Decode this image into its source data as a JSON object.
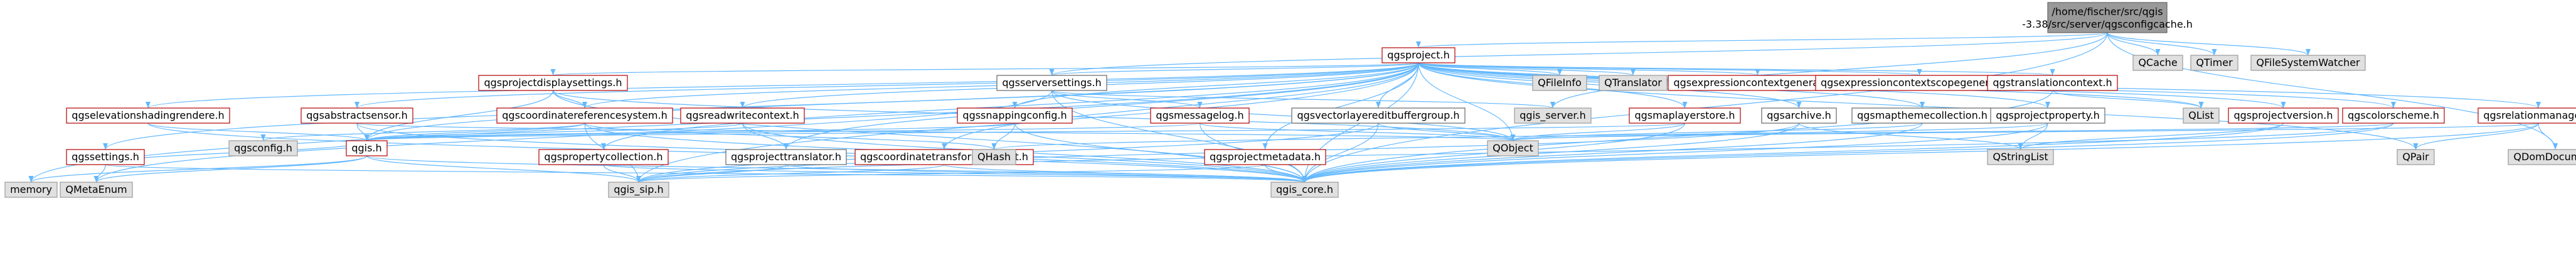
{
  "title": "/home/fischer/src/qgis-3.38/src/server/qgsconfigcache.h",
  "colors": {
    "root_fill": "#999999",
    "red_border": "#b30000",
    "gray_border": "#999999",
    "gray_fill": "#e0e0e0",
    "node_fill": "#ffffff",
    "edge": "#63b8ff",
    "text": "#000000"
  },
  "nodes": {
    "root": {
      "label_lines": [
        "/home/fischer/src/qgis",
        "-3.38/src/server/qgsconfigcache.h"
      ],
      "kind": "root"
    },
    "qgsproject": {
      "label": "qgsproject.h",
      "kind": "red"
    },
    "qcache": {
      "label": "QCache",
      "kind": "gray"
    },
    "qtimer": {
      "label": "QTimer",
      "kind": "gray"
    },
    "qfsw": {
      "label": "QFileSystemWatcher",
      "kind": "gray"
    },
    "qfileinfo": {
      "label": "QFileInfo",
      "kind": "gray"
    },
    "qtranslator": {
      "label": "QTranslator",
      "kind": "gray"
    },
    "qgsexpctxgen": {
      "label": "qgsexpressioncontextgenerator.h",
      "kind": "red"
    },
    "qgsexpctxscope": {
      "label": "qgsexpressioncontextscopegenerator.h",
      "kind": "red"
    },
    "qgstranslationctx": {
      "label": "qgstranslationcontext.h",
      "kind": "red"
    },
    "qgsprojdisp": {
      "label": "qgsprojectdisplaysettings.h",
      "kind": "red"
    },
    "qgsserversettings": {
      "label": "qgsserversettings.h",
      "kind": "normal"
    },
    "qgsserverh": {
      "label": "qgis_server.h",
      "kind": "gray"
    },
    "qlist": {
      "label": "QList",
      "kind": "gray"
    },
    "qgselevshading": {
      "label": "qgselevationshadingrendere.h",
      "kind": "red"
    },
    "qgsabstractsensor": {
      "label": "qgsabstractsensor.h",
      "kind": "red"
    },
    "qgscoordref": {
      "label": "qgscoordinatereferencesystem.h",
      "kind": "red"
    },
    "qgsreadwritectx": {
      "label": "qgsreadwritecontext.h",
      "kind": "red"
    },
    "qgssnapping": {
      "label": "qgssnappingconfig.h",
      "kind": "red"
    },
    "qgsmessagelog": {
      "label": "qgsmessagelog.h",
      "kind": "red"
    },
    "qgsvectorlayered": {
      "label": "qgsvectorlayereditbuffergroup.h",
      "kind": "normal"
    },
    "qgsmaplayerstore": {
      "label": "qgsmaplayerstore.h",
      "kind": "red"
    },
    "qgsarchive": {
      "label": "qgsarchive.h",
      "kind": "normal"
    },
    "qgsmapthemecoll": {
      "label": "qgsmapthemecollection.h",
      "kind": "normal"
    },
    "qgsprojectproperty": {
      "label": "qgsprojectproperty.h",
      "kind": "normal"
    },
    "qgsprojectversion": {
      "label": "qgsprojectversion.h",
      "kind": "red"
    },
    "qgscolorscheme": {
      "label": "qgscolorscheme.h",
      "kind": "red"
    },
    "qgsrelationmanager": {
      "label": "qgsrelationmanager.h",
      "kind": "red"
    },
    "qgssettings": {
      "label": "qgssettings.h",
      "kind": "red"
    },
    "qgsconfig": {
      "label": "qgsconfig.h",
      "kind": "gray"
    },
    "qgis": {
      "label": "qgis.h",
      "kind": "red"
    },
    "qgspropertycoll": {
      "label": "qgspropertycollection.h",
      "kind": "red"
    },
    "qgsprojecttrans": {
      "label": "qgsprojecttranslator.h",
      "kind": "normal"
    },
    "qgscoordtransctx": {
      "label": "qgscoordinatetransformcontext.h",
      "kind": "red"
    },
    "qhash": {
      "label": "QHash",
      "kind": "gray"
    },
    "qgsprojectmeta": {
      "label": "qgsprojectmetadata.h",
      "kind": "red"
    },
    "qobject": {
      "label": "QObject",
      "kind": "gray"
    },
    "qstringlist": {
      "label": "QStringList",
      "kind": "gray"
    },
    "qpair": {
      "label": "QPair",
      "kind": "gray"
    },
    "qdomdocument": {
      "label": "QDomDocument",
      "kind": "gray"
    },
    "memory": {
      "label": "memory",
      "kind": "gray"
    },
    "qmetaenum": {
      "label": "QMetaEnum",
      "kind": "gray"
    },
    "qgissip": {
      "label": "qgis_sip.h",
      "kind": "gray"
    },
    "qgscore": {
      "label": "qgis_core.h",
      "kind": "gray"
    }
  },
  "edges": [
    [
      "root",
      "qgsproject"
    ],
    [
      "root",
      "qcache"
    ],
    [
      "root",
      "qtimer"
    ],
    [
      "root",
      "qfsw"
    ],
    [
      "root",
      "qgsserverh"
    ],
    [
      "root",
      "qgsserversettings"
    ],
    [
      "root",
      "qdomdocument"
    ],
    [
      "root",
      "qgscore"
    ],
    [
      "qgsproject",
      "qfileinfo"
    ],
    [
      "qgsproject",
      "qtranslator"
    ],
    [
      "qgsproject",
      "qgsexpctxgen"
    ],
    [
      "qgsproject",
      "qgsexpctxscope"
    ],
    [
      "qgsproject",
      "qgstranslationctx"
    ],
    [
      "qgsproject",
      "qgsprojdisp"
    ],
    [
      "qgsproject",
      "qgsserversettings"
    ],
    [
      "qgsproject",
      "qlist"
    ],
    [
      "qgsproject",
      "qgselevshading"
    ],
    [
      "qgsproject",
      "qgsabstractsensor"
    ],
    [
      "qgsproject",
      "qgscoordref"
    ],
    [
      "qgsproject",
      "qgsreadwritectx"
    ],
    [
      "qgsproject",
      "qgssnapping"
    ],
    [
      "qgsproject",
      "qgsvectorlayered"
    ],
    [
      "qgsproject",
      "qgsmaplayerstore"
    ],
    [
      "qgsproject",
      "qgsarchive"
    ],
    [
      "qgsproject",
      "qgsmapthemecoll"
    ],
    [
      "qgsproject",
      "qgsprojectproperty"
    ],
    [
      "qgsproject",
      "qgsprojectversion"
    ],
    [
      "qgsproject",
      "qgscolorscheme"
    ],
    [
      "qgsproject",
      "qgsrelationmanager"
    ],
    [
      "qgsproject",
      "qgssettings"
    ],
    [
      "qgsproject",
      "qgis"
    ],
    [
      "qgsproject",
      "qgspropertycoll"
    ],
    [
      "qgsproject",
      "qgsprojecttrans"
    ],
    [
      "qgsproject",
      "qgscoordtransctx"
    ],
    [
      "qgsproject",
      "qgsprojectmeta"
    ],
    [
      "qgsproject",
      "qobject"
    ],
    [
      "qgsproject",
      "qpair"
    ],
    [
      "qgsproject",
      "memory"
    ],
    [
      "qgsproject",
      "qgissip"
    ],
    [
      "qgsproject",
      "qgscore"
    ],
    [
      "qgsprojdisp",
      "qgis"
    ],
    [
      "qgsprojdisp",
      "qgscoordref"
    ],
    [
      "qgsprojdisp",
      "qobject"
    ],
    [
      "qgsprojdisp",
      "qgscore"
    ],
    [
      "qgsserversettings",
      "qgsmessagelog"
    ],
    [
      "qgsserversettings",
      "qgsserverh"
    ],
    [
      "qgsserversettings",
      "qobject"
    ],
    [
      "qgsserversettings",
      "qmetaenum"
    ],
    [
      "qgsserversettings",
      "qgscore"
    ],
    [
      "qgselevshading",
      "qgis"
    ],
    [
      "qgselevshading",
      "qgscore"
    ],
    [
      "qgsabstractsensor",
      "qgis"
    ],
    [
      "qgsabstractsensor",
      "qobject"
    ],
    [
      "qgsabstractsensor",
      "qgscore"
    ],
    [
      "qgscoordref",
      "qgis"
    ],
    [
      "qgscoordref",
      "qgsconfig"
    ],
    [
      "qgscoordref",
      "qhash"
    ],
    [
      "qgscoordref",
      "qgscore"
    ],
    [
      "qgscoordref",
      "qgissip"
    ],
    [
      "qgsreadwritectx",
      "qgsprojecttrans"
    ],
    [
      "qgsreadwritectx",
      "qgis"
    ],
    [
      "qgsreadwritectx",
      "qgscore"
    ],
    [
      "qgssnapping",
      "qhash"
    ],
    [
      "qgssnapping",
      "qgis"
    ],
    [
      "qgssnapping",
      "qgscore"
    ],
    [
      "qgsmessagelog",
      "qgis"
    ],
    [
      "qgsmessagelog",
      "qobject"
    ],
    [
      "qgsmessagelog",
      "qgscore"
    ],
    [
      "qgsvectorlayered",
      "qobject"
    ],
    [
      "qgsvectorlayered",
      "qgscore"
    ],
    [
      "qgsvectorlayered",
      "qgissip"
    ],
    [
      "qgsmaplayerstore",
      "qobject"
    ],
    [
      "qgsmaplayerstore",
      "qgscore"
    ],
    [
      "qgsmaplayerstore",
      "qgis"
    ],
    [
      "qgsarchive",
      "qstringlist"
    ],
    [
      "qgsarchive",
      "qgscore"
    ],
    [
      "qgsarchive",
      "qgissip"
    ],
    [
      "qgsmapthemecoll",
      "qobject"
    ],
    [
      "qgsmapthemecoll",
      "qgscore"
    ],
    [
      "qgsprojectproperty",
      "qstringlist"
    ],
    [
      "qgsprojectproperty",
      "qgscore"
    ],
    [
      "qgsprojectproperty",
      "qhash"
    ],
    [
      "qgsprojectversion",
      "qstringlist"
    ],
    [
      "qgsprojectversion",
      "qgscore"
    ],
    [
      "qgscolorscheme",
      "qobject"
    ],
    [
      "qgscolorscheme",
      "qgscore"
    ],
    [
      "qgscolorscheme",
      "qgissip"
    ],
    [
      "qgsrelationmanager",
      "qobject"
    ],
    [
      "qgsrelationmanager",
      "qpair"
    ],
    [
      "qgsrelationmanager",
      "qdomdocument"
    ],
    [
      "qgsrelationmanager",
      "qgscore"
    ],
    [
      "qgssettings",
      "qgis"
    ],
    [
      "qgssettings",
      "qmetaenum"
    ],
    [
      "qgssettings",
      "qgscore"
    ],
    [
      "qgis",
      "memory"
    ],
    [
      "qgis",
      "qmetaenum"
    ],
    [
      "qgis",
      "qgissip"
    ],
    [
      "qgis",
      "qgscore"
    ],
    [
      "qgspropertycoll",
      "qgissip"
    ],
    [
      "qgspropertycoll",
      "qgscore"
    ],
    [
      "qgsprojecttrans",
      "qgissip"
    ],
    [
      "qgsprojecttrans",
      "qgscore"
    ],
    [
      "qgscoordtransctx",
      "qgissip"
    ],
    [
      "qgscoordtransctx",
      "qgscore"
    ],
    [
      "qgsprojectmeta",
      "qgissip"
    ],
    [
      "qgsprojectmeta",
      "qgscore"
    ],
    [
      "qgstranslationctx",
      "qlist"
    ],
    [
      "qgstranslationctx",
      "qgscore"
    ]
  ]
}
